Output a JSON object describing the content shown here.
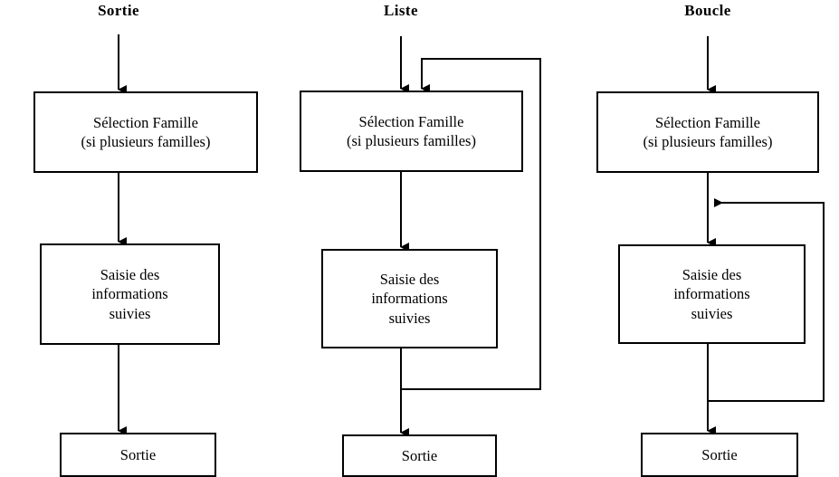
{
  "diagram": {
    "title": "",
    "columns": [
      {
        "id": "sortie",
        "title": "Sortie",
        "nodes": [
          {
            "id": "selection-famille",
            "label": "Sélection Famille\n(si plusieurs familles)"
          },
          {
            "id": "saisie-informations",
            "label": "Saisie des\ninformations\nsuivies"
          },
          {
            "id": "sortie-terminal",
            "label": "Sortie"
          }
        ],
        "loop": "none"
      },
      {
        "id": "liste",
        "title": "Liste",
        "nodes": [
          {
            "id": "selection-famille",
            "label": "Sélection Famille\n(si plusieurs familles)"
          },
          {
            "id": "saisie-informations",
            "label": "Saisie des\ninformations\nsuivies"
          },
          {
            "id": "sortie-terminal",
            "label": "Sortie"
          }
        ],
        "loop": "back-to-selection-famille"
      },
      {
        "id": "boucle",
        "title": "Boucle",
        "nodes": [
          {
            "id": "selection-famille",
            "label": "Sélection Famille\n(si plusieurs familles)"
          },
          {
            "id": "saisie-informations",
            "label": "Saisie des\ninformations\nsuivies"
          },
          {
            "id": "sortie-terminal",
            "label": "Sortie"
          }
        ],
        "loop": "back-to-saisie-informations"
      }
    ],
    "colors": {
      "stroke": "#000000",
      "fill": "#ffffff",
      "text": "#000000"
    }
  }
}
